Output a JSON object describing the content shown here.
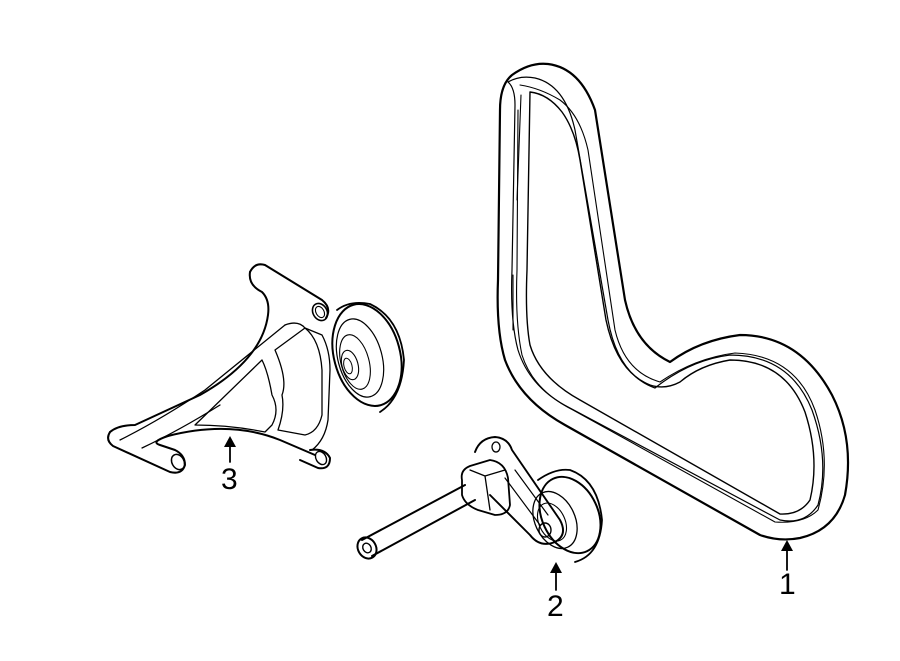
{
  "diagram": {
    "type": "exploded parts diagram",
    "parts": [
      {
        "callout": "1",
        "name": "serpentine-belt"
      },
      {
        "callout": "2",
        "name": "belt-tensioner"
      },
      {
        "callout": "3",
        "name": "idler-pulley-bracket"
      }
    ],
    "stroke_color": "#000000",
    "background": "#ffffff"
  }
}
